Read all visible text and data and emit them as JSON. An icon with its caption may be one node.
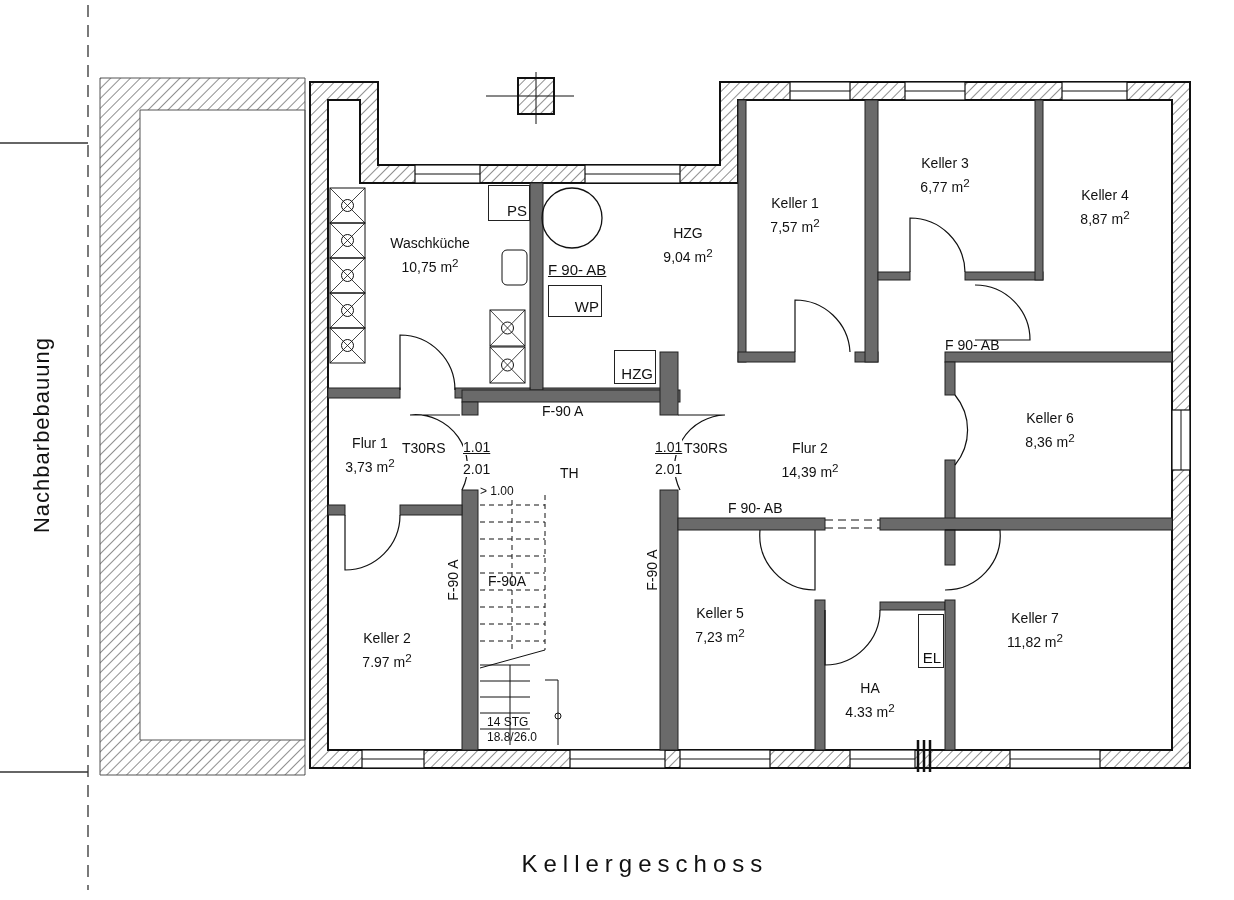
{
  "diagram": {
    "title": "Kellergeschoss",
    "nodes": [
      {
        "text": [
          "Waschküche",
          "10,75 m$^{2}$"
        ]
      },
      {
        "text": [
          "PS"
        ],
        "in": 0
      },
      {
        "text": [
          "HZG",
          "9,04 m$^{2}$"
        ]
      },
      {
        "text": [
          "WP"
        ],
        "in": 2
      },
      {
        "text": [
          "HZG"
        ],
        "in": 2
      },
      {
        "text": [
          "Keller 1",
          "7,57 m$^{2}$"
        ]
      },
      {
        "text": [
          "Keller 3",
          "6,77 m$^{2}$"
        ]
      },
      {
        "text": [
          "Keller 4",
          "8,87 m$^{2}$"
        ]
      },
      {
        "text": [
          "Flur 1",
          "3,73 m$^{2}$"
        ]
      },
      {
        "text": [
          "Flur 2",
          "14,39 m$^{2}$"
        ]
      },
      {
        "text": [
          "Keller 6",
          "8,36 m$^{2}$"
        ]
      },
      {
        "text": [
          "Keller 2",
          "7.97 m$^{2}$"
        ]
      },
      {
        "text": [
          "Keller 5",
          "7,23 m$^{2}$"
        ]
      },
      {
        "text": [
          "HA",
          "4.33 m$^{2}$"
        ]
      },
      {
        "text": [
          "EL"
        ],
        "in": 13
      },
      {
        "text": [
          "Keller 7",
          "11,82 m$^{2}$"
        ]
      }
    ],
    "labels": [
      "Nachbarbebauung",
      "F 90- AB",
      "F-90 A",
      "T30RS",
      "1.01",
      "2.01",
      "TH",
      "> 1.00",
      "1.01",
      "2.01",
      "T30RS",
      "F 90- AB",
      "F 90- AB",
      "F-90 A",
      "F-90A",
      "F-90 A",
      "14 STG",
      "18.8/26.0"
    ]
  }
}
